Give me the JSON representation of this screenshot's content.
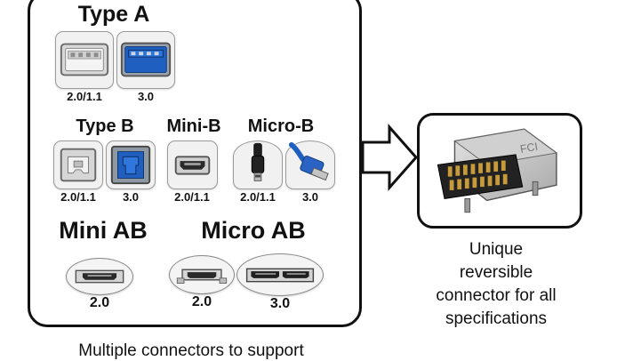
{
  "left_panel": {
    "type_a": {
      "title": "Type A",
      "labels": [
        "2.0/1.1",
        "3.0"
      ]
    },
    "type_b": {
      "title": "Type B",
      "labels": [
        "2.0/1.1",
        "3.0"
      ]
    },
    "mini_b": {
      "title": "Mini-B",
      "labels": [
        "2.0/1.1"
      ]
    },
    "micro_b": {
      "title": "Micro-B",
      "labels": [
        "2.0/1.1",
        "3.0"
      ]
    },
    "mini_ab": {
      "title": "Mini AB",
      "labels": [
        "2.0"
      ]
    },
    "micro_ab": {
      "title": "Micro AB",
      "labels": [
        "2.0",
        "3.0"
      ]
    },
    "caption": "Multiple connectors to support"
  },
  "right_panel": {
    "chip_mark": "FCI",
    "caption_lines": [
      "Unique",
      "reversible",
      "connector for all",
      "specifications"
    ]
  },
  "colors": {
    "usb3_blue": "#1f5fbf",
    "usb2_gray": "#cfcfcf",
    "outline": "#111111"
  },
  "icons": [
    "usb-a-2-icon",
    "usb-a-3-icon",
    "usb-b-2-icon",
    "usb-b-3-icon",
    "mini-b-icon",
    "micro-b-2-icon",
    "micro-b-3-icon",
    "mini-ab-icon",
    "micro-ab-2-icon",
    "micro-ab-3-icon",
    "usb-c-icon",
    "arrow-right-icon"
  ]
}
